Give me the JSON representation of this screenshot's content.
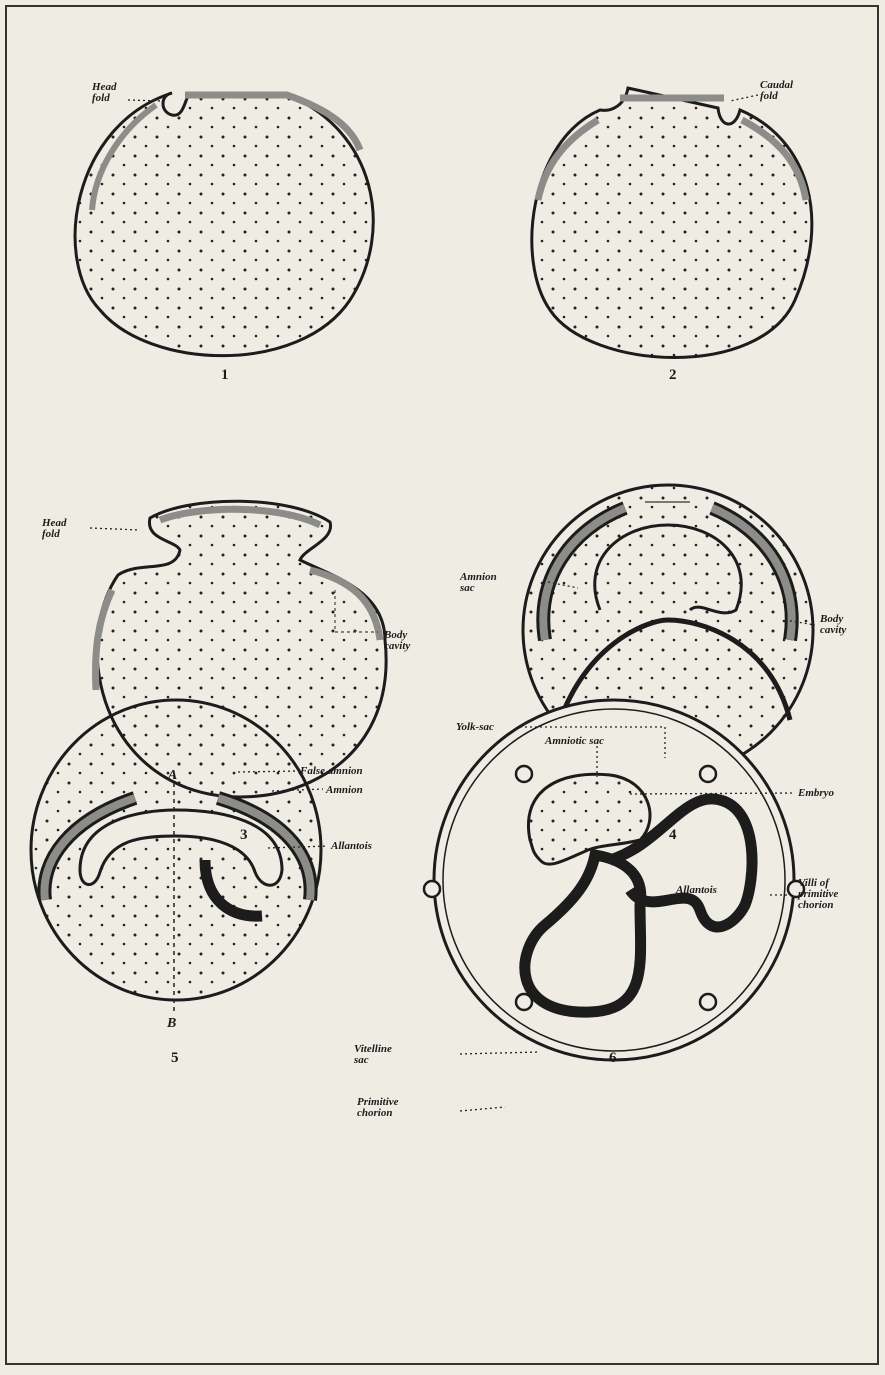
{
  "figures": {
    "fig1": {
      "number": "1",
      "head_fold": "Head\nfold"
    },
    "fig2": {
      "number": "2",
      "caudal_fold": "Caudal\nfold"
    },
    "fig3": {
      "number": "3",
      "head_fold": "Head\nfold",
      "body_cavity": "Body\ncavity"
    },
    "fig4": {
      "number": "4",
      "amnion_sac": "Amnion\nsac",
      "body_cavity": "Body\ncavity",
      "yolk_sac": "Yolk-sac"
    },
    "fig5": {
      "number": "5",
      "section_a": "A",
      "section_b": "B",
      "false_amnion": "False amnion",
      "amnion": "Amnion",
      "allantois": "Allantois"
    },
    "fig6": {
      "number": "6",
      "amniotic_sac": "Amniotic sac",
      "embryo": "Embryo",
      "allantois": "Allantois",
      "villi": "Villi of\nprimitive\nchorion",
      "vitelline_sac": "Vitelline\nsac",
      "primitive_chorion": "Primitive\nchorion"
    }
  },
  "colors": {
    "paper": "#efece4",
    "ink": "#1c1c1c",
    "mesoderm": "#8c8c88"
  }
}
